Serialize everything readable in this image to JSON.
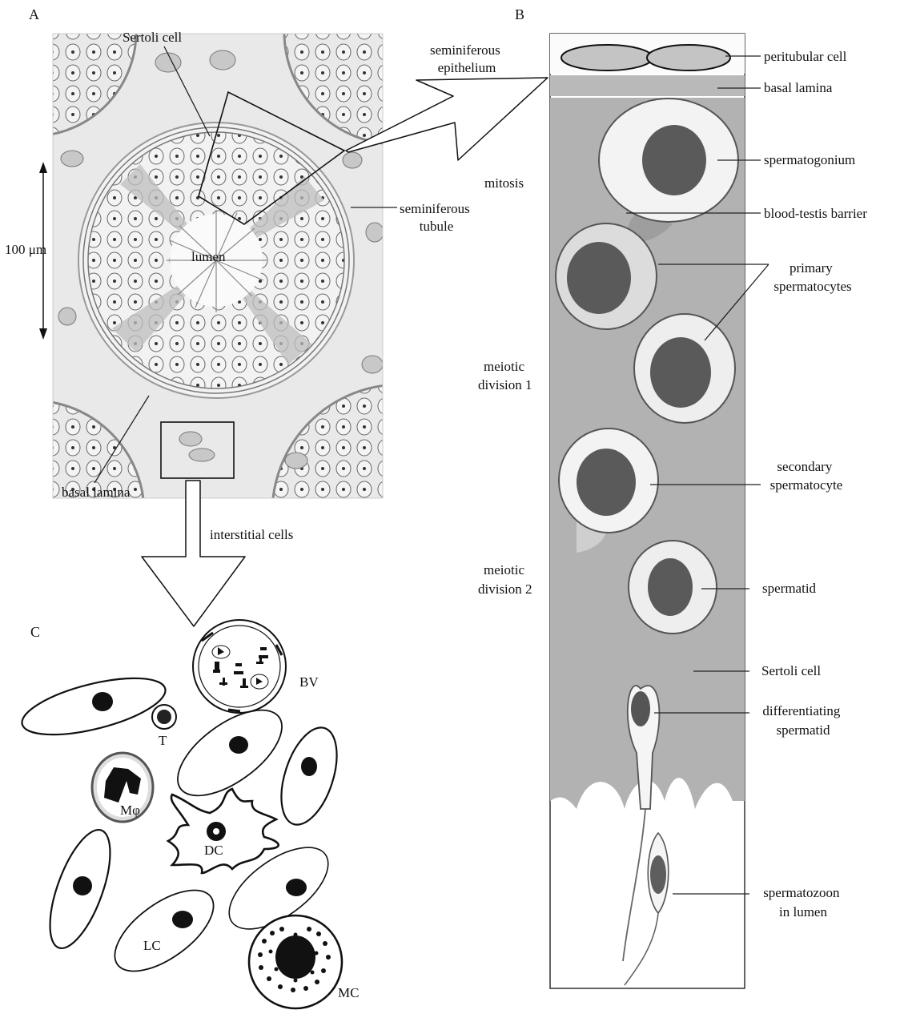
{
  "panels": {
    "a": "A",
    "b": "B",
    "c": "C"
  },
  "panel_a": {
    "sertoli_cell": "Sertoli cell",
    "seminiferous_epithelium": [
      "seminiferous",
      "epithelium"
    ],
    "seminiferous_tubule": [
      "seminiferous",
      "tubule"
    ],
    "lumen": "lumen",
    "scale": "100 μm",
    "basal_lamina": "basal lamina",
    "interstitial_cells": "interstitial cells"
  },
  "panel_b": {
    "stages": {
      "mitosis": "mitosis",
      "meiotic_1": [
        "meiotic",
        "division 1"
      ],
      "meiotic_2": [
        "meiotic",
        "division 2"
      ]
    },
    "labels": {
      "peritubular_cell": "peritubular cell",
      "basal_lamina": "basal lamina",
      "spermatogonium": "spermatogonium",
      "blood_testis_barrier": "blood-testis barrier",
      "primary_spermatocytes": [
        "primary",
        "spermatocytes"
      ],
      "secondary_spermatocyte": [
        "secondary",
        "spermatocyte"
      ],
      "spermatid": "spermatid",
      "sertoli_cell": "Sertoli cell",
      "differentiating_spermatid": [
        "differentiating",
        "spermatid"
      ],
      "spermatozoon": [
        "spermatozoon",
        "in lumen"
      ]
    }
  },
  "panel_c": {
    "bv": "BV",
    "t": "T",
    "macrophage": "Mφ",
    "dc": "DC",
    "lc": "LC",
    "mc": "MC"
  }
}
